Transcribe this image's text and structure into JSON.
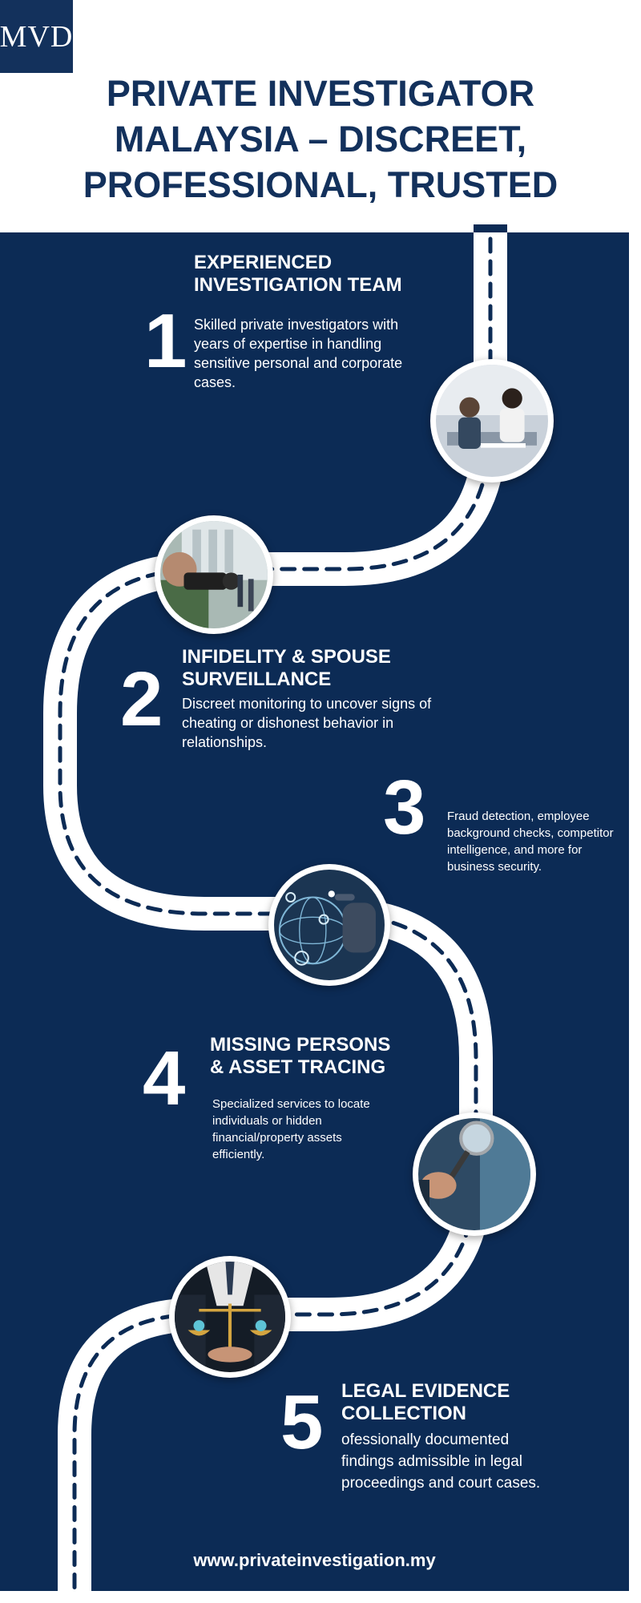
{
  "logo": {
    "text": "MVD"
  },
  "title": "PRIVATE INVESTIGATOR\nMALAYSIA – DISCREET,\nPROFESSIONAL, TRUSTED",
  "colors": {
    "navy": "#0c2b55",
    "title_navy": "#13315c",
    "road": "#ffffff",
    "road_dash": "#0c2b55"
  },
  "steps": [
    {
      "number": "1",
      "heading": "EXPERIENCED\nINVESTIGATION TEAM",
      "description": "Skilled private investigators with\nyears of expertise in handling\nsensitive personal and corporate\ncases.",
      "photo": "team-meeting-photo"
    },
    {
      "number": "2",
      "heading": "INFIDELITY & SPOUSE\nSURVEILLANCE",
      "description": "Discreet monitoring to uncover signs of\ncheating or dishonest behavior in\nrelationships.",
      "photo": "surveillance-camera-photo"
    },
    {
      "number": "3",
      "heading": "",
      "description": "Fraud detection, employee\nbackground checks, competitor\nintelligence, and more for\nbusiness security.",
      "photo": "digital-network-photo"
    },
    {
      "number": "4",
      "heading": "MISSING PERSONS\n& ASSET TRACING",
      "description": "Specialized services to locate\nindividuals or hidden\nfinancial/property assets\nefficiently.",
      "photo": "magnifying-glass-photo"
    },
    {
      "number": "5",
      "heading": "LEGAL EVIDENCE\nCOLLECTION",
      "description": "ofessionally documented\nfindings admissible in legal\nproceedings and court cases.",
      "photo": "scales-of-justice-photo"
    }
  ],
  "website": "www.privateinvestigation.my"
}
